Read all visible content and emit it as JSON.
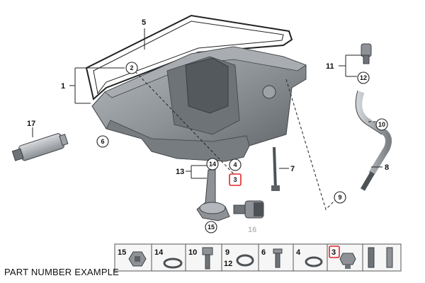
{
  "callouts": {
    "c1": "1",
    "c2": "2",
    "c3": "3",
    "c4": "4",
    "c5": "5",
    "c6": "6",
    "c7": "7",
    "c8": "8",
    "c9": "9",
    "c10": "10",
    "c11": "11",
    "c12": "12",
    "c13": "13",
    "c14": "14",
    "c15": "15",
    "c16": "16",
    "c17": "17"
  },
  "strip": {
    "s15": "15",
    "s14": "14",
    "s10": "10",
    "s9": "9",
    "s12": "12",
    "s6": "6",
    "s4": "4",
    "s3": "3"
  },
  "caption": "PART NUMBER EXAMPLE",
  "colors": {
    "highlight": "#e0262b",
    "part_metal": "#8e9296",
    "part_dark": "#4d5256"
  }
}
